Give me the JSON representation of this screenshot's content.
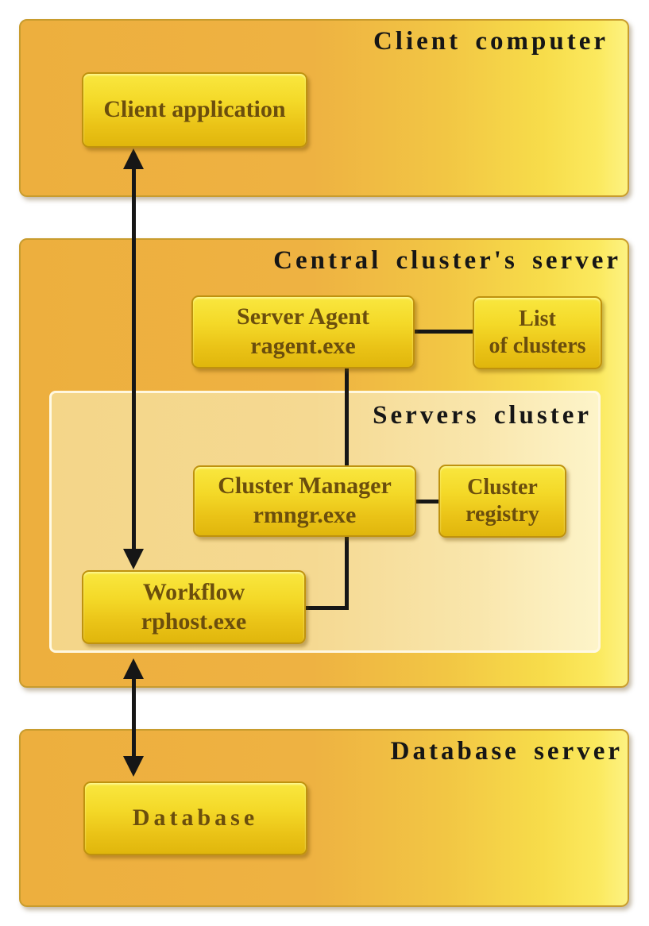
{
  "diagram": {
    "panels": [
      {
        "title": "Client computer",
        "boxes": [
          {
            "label": "Client application"
          }
        ]
      },
      {
        "title": "Central cluster's server",
        "boxes": [
          {
            "label": "Server Agent",
            "sublabel": "ragent.exe"
          },
          {
            "label": "List",
            "sublabel": "of clusters"
          }
        ],
        "subpanel": {
          "title": "Servers cluster",
          "boxes": [
            {
              "label": "Cluster Manager",
              "sublabel": "rmngr.exe"
            },
            {
              "label": "Cluster",
              "sublabel": "registry"
            },
            {
              "label": "Workflow",
              "sublabel": "rphost.exe"
            }
          ]
        }
      },
      {
        "title": "Database server",
        "boxes": [
          {
            "label": "Database"
          }
        ]
      }
    ],
    "connections": [
      {
        "from": "Client application",
        "to": "Workflow rphost.exe",
        "style": "double-arrow"
      },
      {
        "from": "Server Agent ragent.exe",
        "to": "List of clusters",
        "style": "line"
      },
      {
        "from": "Server Agent ragent.exe",
        "to": "Cluster Manager rmngr.exe",
        "style": "line"
      },
      {
        "from": "Cluster Manager rmngr.exe",
        "to": "Cluster registry",
        "style": "line"
      },
      {
        "from": "Cluster Manager rmngr.exe",
        "to": "Workflow rphost.exe",
        "style": "elbow-line"
      },
      {
        "from": "Workflow rphost.exe",
        "to": "Database",
        "style": "double-arrow"
      }
    ],
    "colors": {
      "panel_gradient_left": "#edaf3e",
      "panel_gradient_right": "#fdf282",
      "subpanel_gradient_left": "#f4d689",
      "subpanel_gradient_right": "#fdf4c9",
      "node_gradient_top": "#f9e73f",
      "node_gradient_bottom": "#e0b60c",
      "node_border": "#bf920e",
      "node_text": "#6b4e0d",
      "title_text": "#161616",
      "connector": "#161616",
      "background": "#ffffff"
    }
  }
}
